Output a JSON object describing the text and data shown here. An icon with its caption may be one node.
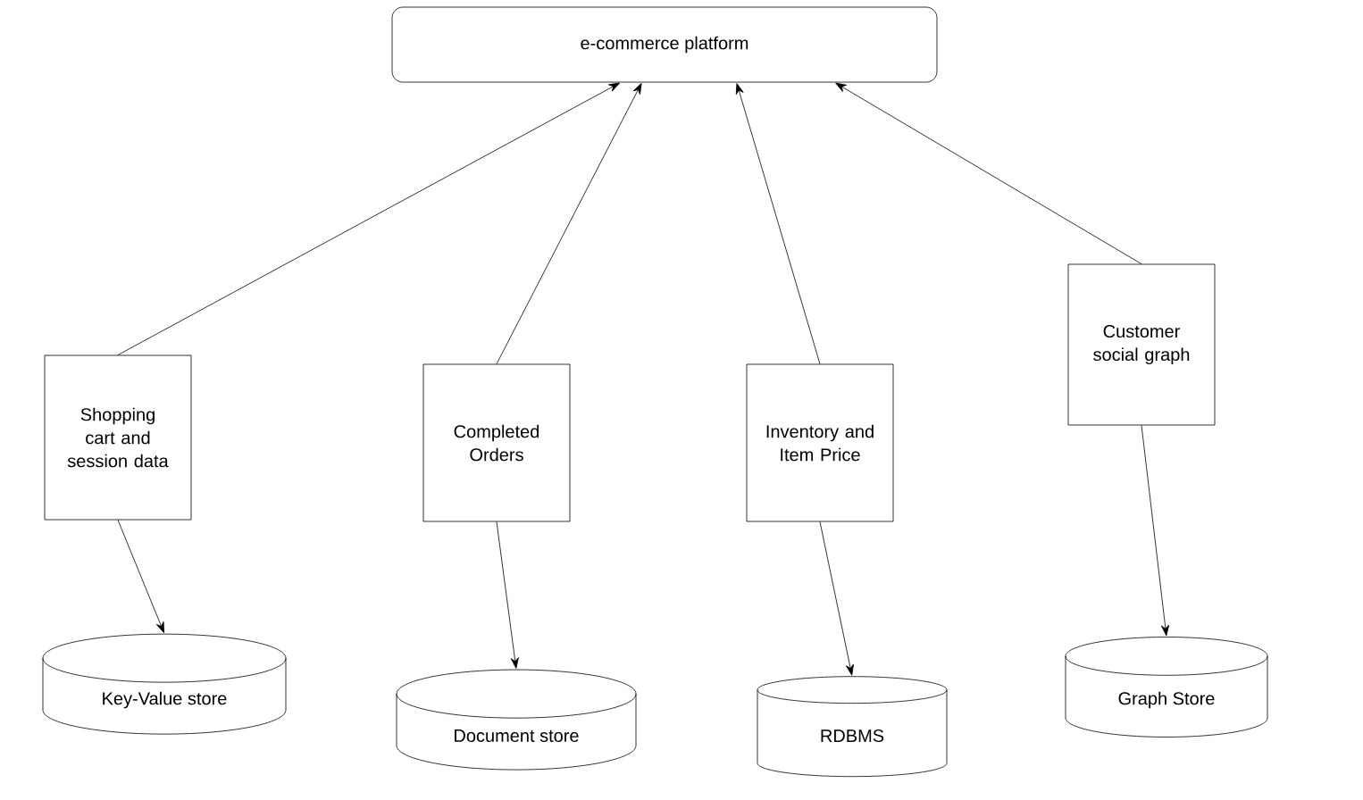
{
  "diagram": {
    "nodes": [
      {
        "text": [
          "e-commerce platform"
        ]
      },
      {
        "text": [
          "Shopping cart and session data"
        ]
      },
      {
        "text": [
          "Completed Orders"
        ]
      },
      {
        "text": [
          "Inventory and Item Price"
        ]
      },
      {
        "text": [
          "Customer social graph"
        ]
      },
      {
        "text": [
          "Key-Value store"
        ]
      },
      {
        "text": [
          "Document store"
        ]
      },
      {
        "text": [
          "RDBMS"
        ]
      },
      {
        "text": [
          "Graph Store"
        ]
      }
    ],
    "edges": [
      {
        "from": 1,
        "to": 0,
        "arrow": "to"
      },
      {
        "from": 2,
        "to": 0,
        "arrow": "to"
      },
      {
        "from": 3,
        "to": 0,
        "arrow": "to"
      },
      {
        "from": 4,
        "to": 0,
        "arrow": "to"
      },
      {
        "from": 1,
        "to": 5,
        "arrow": "to"
      },
      {
        "from": 2,
        "to": 6,
        "arrow": "to"
      },
      {
        "from": 3,
        "to": 7,
        "arrow": "to"
      },
      {
        "from": 4,
        "to": 8,
        "arrow": "to"
      }
    ]
  }
}
